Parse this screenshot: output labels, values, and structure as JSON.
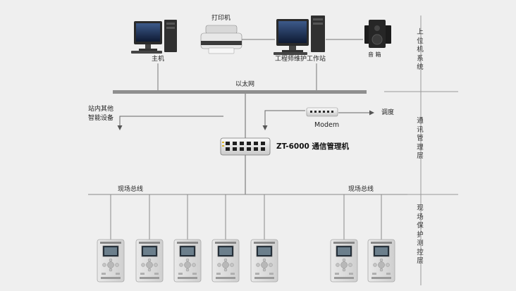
{
  "computers": {
    "host_label": "主机",
    "printer_label": "打印机",
    "workstation_label": "工程师维护工作站",
    "speaker_label": "音 箱"
  },
  "network": {
    "ethernet_label": "以太网",
    "other_devices_label_line1": "站内其他",
    "other_devices_label_line2": "智能设备",
    "modem_label": "Modem",
    "dispatch_label": "调度",
    "comm_manager_label": "ZT-6000 通信管理机",
    "fieldbus_left_label": "现场总线",
    "fieldbus_right_label": "现场总线"
  },
  "layers": [
    {
      "name": "上位机系统",
      "chars": [
        "上",
        "位",
        "机",
        "系",
        "统"
      ]
    },
    {
      "name": "通讯管理层",
      "chars": [
        "通",
        "讯",
        "管",
        "理",
        "层"
      ]
    },
    {
      "name": "现场保护测控层",
      "chars": [
        "现",
        "场",
        "保",
        "护",
        "测",
        "控",
        "层"
      ]
    }
  ],
  "protection_device_count": 7,
  "colors": {
    "background": "#efefef",
    "line": "#777777",
    "bus": "#8f8f8f"
  }
}
